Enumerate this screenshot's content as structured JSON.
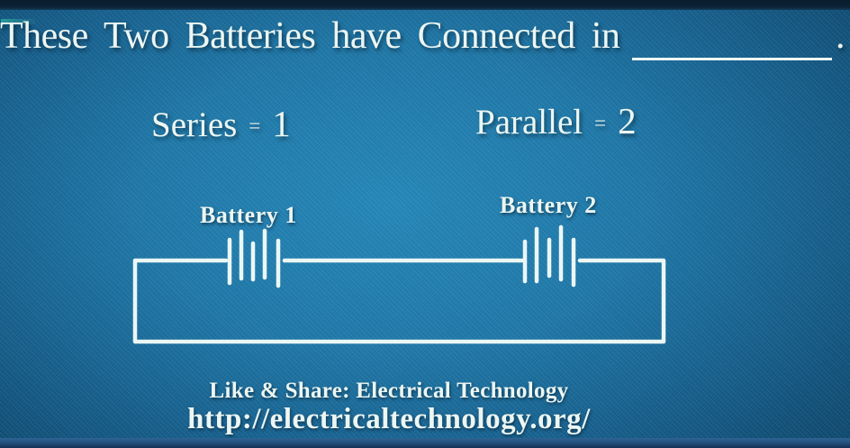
{
  "colors": {
    "background_center": "#2486b8",
    "background_edge": "#0e4569",
    "ink": "#ecf6f2",
    "wire": "#ebf7f5",
    "top_band": "#0c2236",
    "bottom_band_top": "#2f6493",
    "bottom_band_bottom": "#142f55"
  },
  "title": {
    "text": "These Two Batteries have Connected in",
    "blank": "______",
    "period": "."
  },
  "options": [
    {
      "label": "Series",
      "eq": "=",
      "value": "1"
    },
    {
      "label": "Parallel",
      "eq": "=",
      "value": "2"
    }
  ],
  "circuit": {
    "battery1_label": "Battery 1",
    "battery2_label": "Battery 2"
  },
  "footer": {
    "like_share": "Like & Share: Electrical Technology",
    "url": "http://electricaltechnology.org/"
  }
}
